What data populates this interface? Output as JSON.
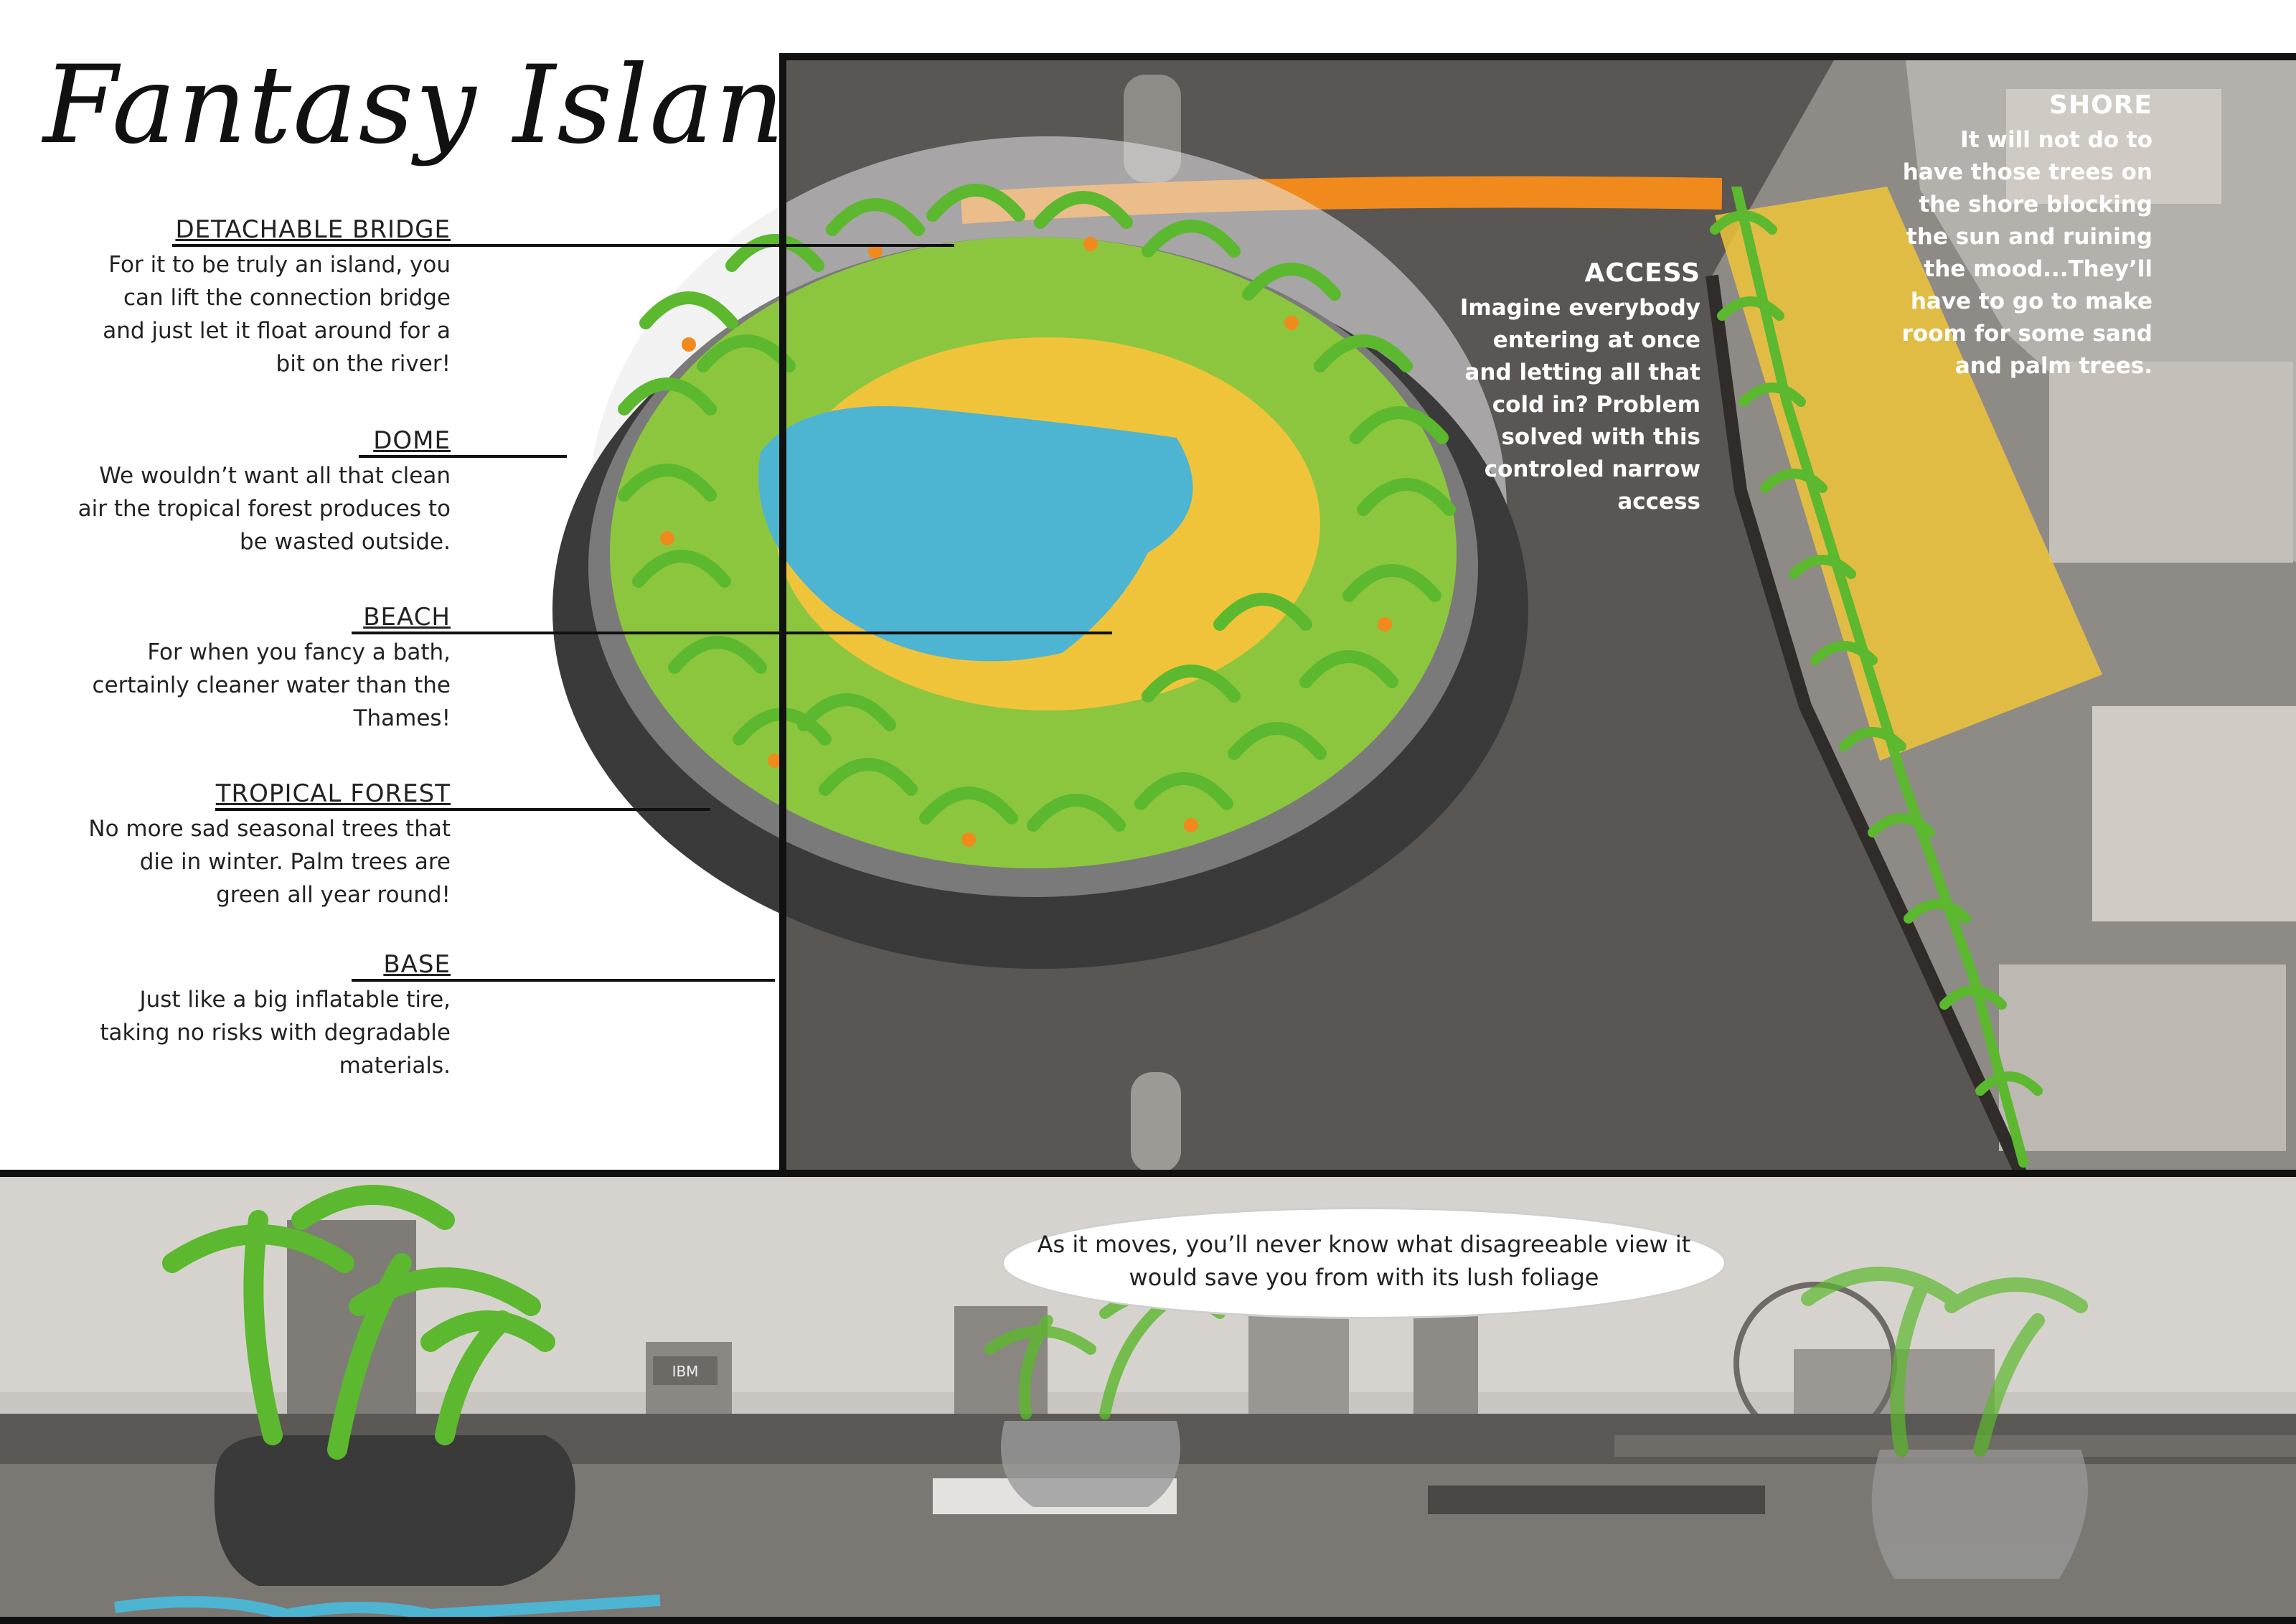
{
  "title": "Fantasy Island",
  "labels": [
    {
      "title": "DETACHABLE BRIDGE",
      "body": "For it to be truly an island, you can lift the connection bridge and just let it float around for a bit on the river!"
    },
    {
      "title": "DOME",
      "body": "We wouldn’t want all that clean air the tropical forest produces to be wasted outside."
    },
    {
      "title": "BEACH",
      "body": "For when you fancy  a bath, certainly cleaner water than the Thames!"
    },
    {
      "title": "TROPICAL FOREST",
      "body": "No more sad seasonal trees that die in winter. Palm trees are green all year round!"
    },
    {
      "title": "BASE",
      "body": "Just like a big inflatable tire, taking no risks with degradable materials."
    }
  ],
  "access": {
    "title": "ACCESS",
    "body": "Imagine everybody entering at once and letting all that cold in? Problem solved with this controled narrow access"
  },
  "shore": {
    "title": "SHORE",
    "body": "It will not do to have those trees on the shore blocking the sun and ruining the mood...They’ll have to go to make room for some sand and palm trees."
  },
  "bubble": "As it moves, you’ll never know what disagreeable view it would save you from with its lush foliage",
  "sign_text": "IBM",
  "colors": {
    "forest": "#5cb82e",
    "island_green": "#8cc63f",
    "sand": "#f0c43a",
    "water": "#4db4d2",
    "bridge": "#f08a1c",
    "base": "#3a3a3a",
    "aerial_bg": "#4a4644",
    "city_bg": "#a9a6a1",
    "river": "#7b7874"
  }
}
